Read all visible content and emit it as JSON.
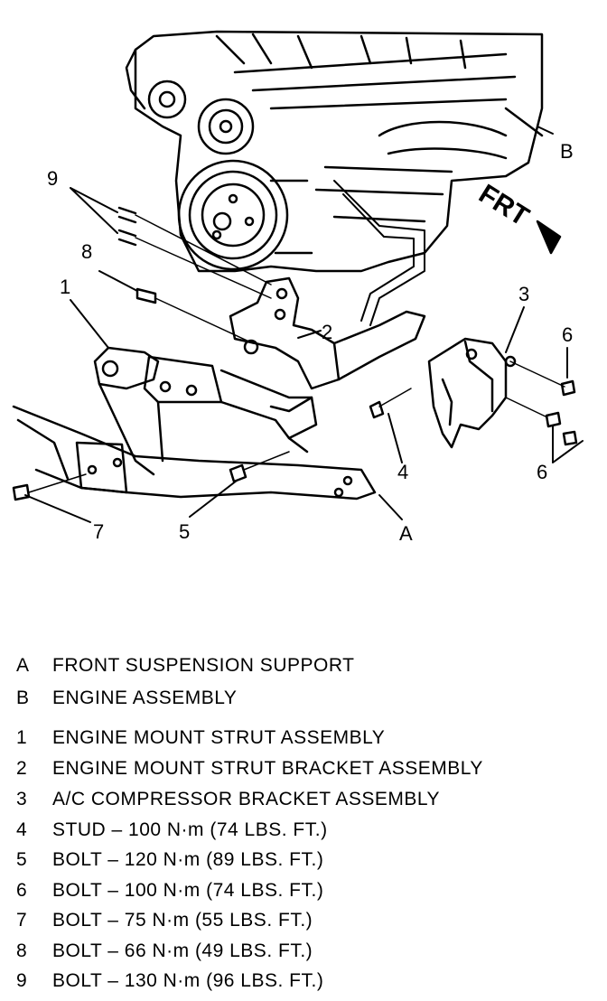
{
  "callouts": {
    "a": "A",
    "b": "B",
    "n1": "1",
    "n2": "2",
    "n3": "3",
    "n4": "4",
    "n5": "5",
    "n6": "6",
    "n7": "7",
    "n8": "8",
    "n9": "9",
    "frt": "FRT"
  },
  "legend": [
    {
      "key": "A",
      "text": "FRONT SUSPENSION SUPPORT"
    },
    {
      "key": "B",
      "text": "ENGINE ASSEMBLY"
    },
    {
      "key": "1",
      "text": "ENGINE MOUNT STRUT ASSEMBLY"
    },
    {
      "key": "2",
      "text": "ENGINE MOUNT STRUT BRACKET ASSEMBLY"
    },
    {
      "key": "3",
      "text": "A/C COMPRESSOR BRACKET ASSEMBLY"
    },
    {
      "key": "4",
      "text": "STUD – 100 N·m (74 LBS. FT.)"
    },
    {
      "key": "5",
      "text": "BOLT – 120 N·m (89 LBS. FT.)"
    },
    {
      "key": "6",
      "text": "BOLT – 100 N·m (74 LBS. FT.)"
    },
    {
      "key": "7",
      "text": "BOLT – 75 N·m (55 LBS. FT.)"
    },
    {
      "key": "8",
      "text": "BOLT – 66 N·m (49 LBS. FT.)"
    },
    {
      "key": "9",
      "text": "BOLT – 130 N·m (96 LBS. FT.)"
    }
  ]
}
